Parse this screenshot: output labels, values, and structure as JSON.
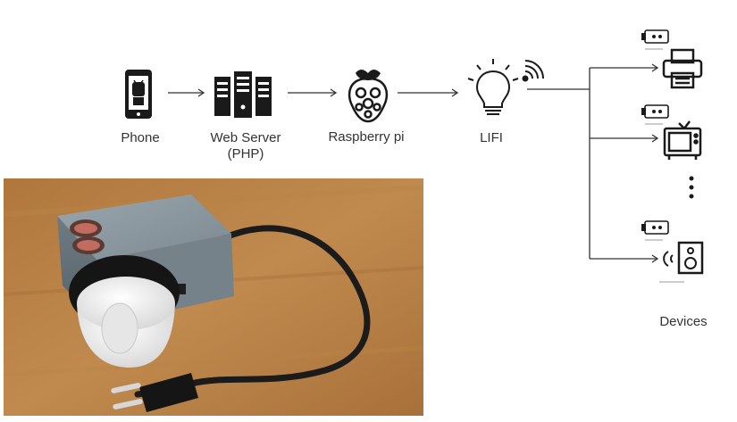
{
  "nodes": {
    "phone": {
      "label": "Phone"
    },
    "web_server": {
      "label_line1": "Web Server",
      "label_line2": "(PHP)"
    },
    "raspberry_pi": {
      "label": "Raspberry pi"
    },
    "lifi": {
      "label": "LIFI"
    }
  },
  "devices": {
    "label": "Devices",
    "items": [
      {
        "icon": "printer-icon"
      },
      {
        "icon": "tv-icon"
      },
      {
        "icon": "vertical-ellipsis-icon"
      },
      {
        "icon": "speaker-icon"
      }
    ]
  },
  "photo": {
    "subject": "smart-plug-prototype-photo"
  },
  "colors": {
    "line": "#333333",
    "background": "#ffffff"
  }
}
